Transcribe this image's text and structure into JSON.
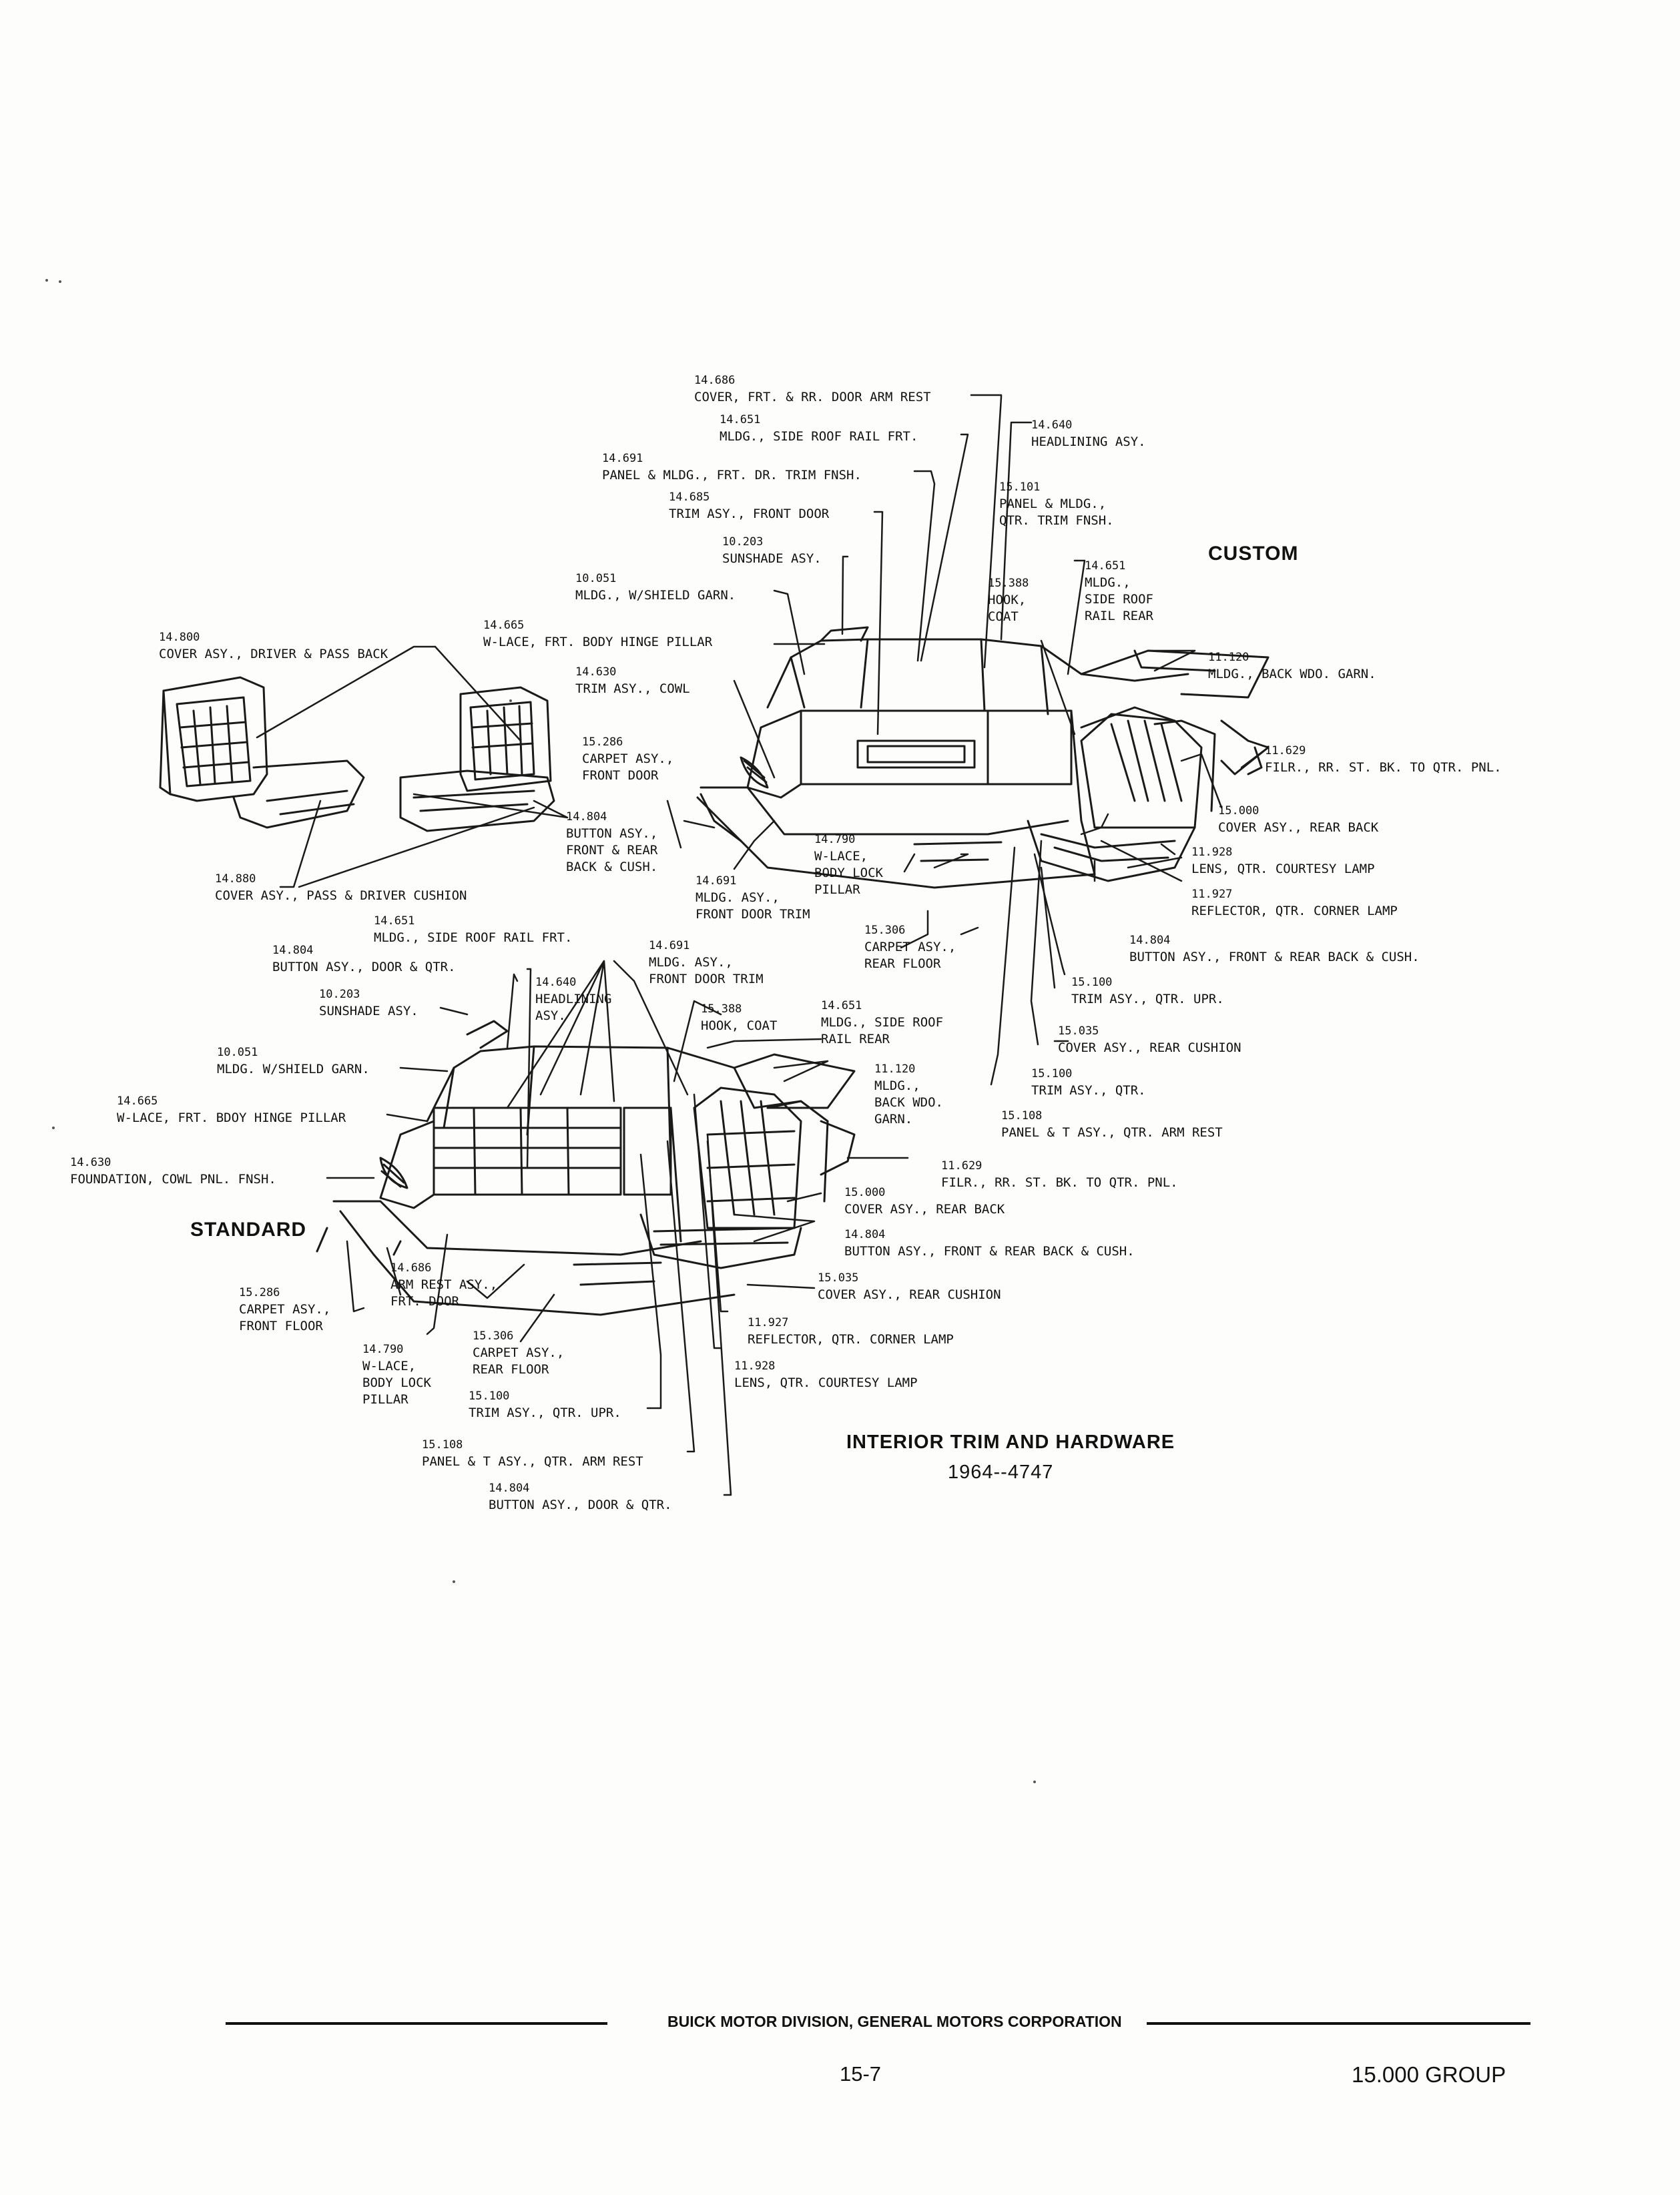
{
  "custom_label": "CUSTOM",
  "standard_label": "STANDARD",
  "diagram_title": "INTERIOR TRIM AND HARDWARE",
  "diagram_subtitle": "1964--4747",
  "footer": {
    "corporation": "BUICK MOTOR DIVISION, GENERAL MOTORS CORPORATION",
    "page_number": "15-7",
    "group": "15.000 GROUP"
  },
  "custom_callouts": [
    {
      "num": "14.686",
      "desc": "COVER, FRT. & RR. DOOR ARM REST",
      "desc2": ""
    },
    {
      "num": "14.651",
      "desc": "MLDG., SIDE ROOF RAIL FRT.",
      "desc2": ""
    },
    {
      "num": "14.640",
      "desc": "HEADLINING ASY.",
      "desc2": ""
    },
    {
      "num": "14.691",
      "desc": "PANEL & MLDG., FRT. DR. TRIM FNSH.",
      "desc2": ""
    },
    {
      "num": "14.685",
      "desc": "TRIM ASY., FRONT DOOR",
      "desc2": ""
    },
    {
      "num": "15.101",
      "desc": "PANEL & MLDG.,",
      "desc2": "QTR. TRIM FNSH."
    },
    {
      "num": "10.203",
      "desc": "SUNSHADE ASY.",
      "desc2": ""
    },
    {
      "num": "10.051",
      "desc": "MLDG., W/SHIELD GARN.",
      "desc2": ""
    },
    {
      "num": "15.388",
      "desc": "HOOK,",
      "desc2": "COAT"
    },
    {
      "num": "14.651",
      "desc": "MLDG.,",
      "desc2": "SIDE ROOF\nRAIL REAR"
    },
    {
      "num": "14.800",
      "desc": "COVER ASY., DRIVER & PASS BACK",
      "desc2": ""
    },
    {
      "num": "14.665",
      "desc": "W-LACE, FRT. BODY HINGE PILLAR",
      "desc2": ""
    },
    {
      "num": "11.120",
      "desc": "MLDG., BACK WDO. GARN.",
      "desc2": ""
    },
    {
      "num": "14.630",
      "desc": "TRIM ASY., COWL",
      "desc2": ""
    },
    {
      "num": "11.629",
      "desc": "FILR., RR. ST. BK. TO QTR. PNL.",
      "desc2": ""
    },
    {
      "num": "15.286",
      "desc": "CARPET ASY.,",
      "desc2": "FRONT DOOR"
    },
    {
      "num": "15.000",
      "desc": "COVER ASY., REAR BACK",
      "desc2": ""
    },
    {
      "num": "14.804",
      "desc": "BUTTON ASY.,",
      "desc2": "FRONT & REAR\nBACK & CUSH."
    },
    {
      "num": "14.790",
      "desc": "W-LACE,",
      "desc2": "BODY LOCK\nPILLAR"
    },
    {
      "num": "11.928",
      "desc": "LENS, QTR. COURTESY LAMP",
      "desc2": ""
    },
    {
      "num": "11.927",
      "desc": "REFLECTOR, QTR. CORNER LAMP",
      "desc2": ""
    },
    {
      "num": "14.880",
      "desc": "COVER ASY., PASS & DRIVER CUSHION",
      "desc2": ""
    },
    {
      "num": "14.691",
      "desc": "MLDG. ASY.,",
      "desc2": "FRONT DOOR TRIM"
    },
    {
      "num": "15.306",
      "desc": "CARPET ASY.,",
      "desc2": "REAR FLOOR"
    },
    {
      "num": "14.804",
      "desc": "BUTTON ASY., FRONT & REAR BACK & CUSH.",
      "desc2": ""
    },
    {
      "num": "15.100",
      "desc": "TRIM ASY., QTR. UPR.",
      "desc2": ""
    },
    {
      "num": "15.035",
      "desc": "COVER ASY., REAR CUSHION",
      "desc2": ""
    },
    {
      "num": "15.100",
      "desc": "TRIM ASY., QTR.",
      "desc2": ""
    },
    {
      "num": "15.108",
      "desc": "PANEL & T ASY., QTR. ARM REST",
      "desc2": ""
    }
  ],
  "standard_callouts": [
    {
      "num": "14.651",
      "desc": "MLDG., SIDE ROOF RAIL FRT.",
      "desc2": ""
    },
    {
      "num": "14.804",
      "desc": "BUTTON ASY., DOOR & QTR.",
      "desc2": ""
    },
    {
      "num": "14.691",
      "desc": "MLDG. ASY.,",
      "desc2": "FRONT DOOR TRIM"
    },
    {
      "num": "14.640",
      "desc": "HEADLINING",
      "desc2": "ASY."
    },
    {
      "num": "10.203",
      "desc": "SUNSHADE ASY.",
      "desc2": ""
    },
    {
      "num": "15.388",
      "desc": "HOOK, COAT",
      "desc2": ""
    },
    {
      "num": "14.651",
      "desc": "MLDG., SIDE ROOF",
      "desc2": "RAIL REAR"
    },
    {
      "num": "10.051",
      "desc": "MLDG. W/SHIELD GARN.",
      "desc2": ""
    },
    {
      "num": "11.120",
      "desc": "MLDG.,",
      "desc2": "BACK WDO.\nGARN."
    },
    {
      "num": "14.665",
      "desc": "W-LACE, FRT. BDOY HINGE PILLAR",
      "desc2": ""
    },
    {
      "num": "14.630",
      "desc": "FOUNDATION, COWL PNL. FNSH.",
      "desc2": ""
    },
    {
      "num": "11.629",
      "desc": "FILR., RR. ST. BK. TO QTR. PNL.",
      "desc2": ""
    },
    {
      "num": "15.000",
      "desc": "COVER ASY., REAR BACK",
      "desc2": ""
    },
    {
      "num": "14.804",
      "desc": "BUTTON ASY., FRONT & REAR BACK & CUSH.",
      "desc2": ""
    },
    {
      "num": "14.686",
      "desc": "ARM REST ASY.,",
      "desc2": "FRT. DOOR"
    },
    {
      "num": "15.035",
      "desc": "COVER ASY., REAR CUSHION",
      "desc2": ""
    },
    {
      "num": "15.286",
      "desc": "CARPET ASY.,",
      "desc2": "FRONT FLOOR"
    },
    {
      "num": "11.927",
      "desc": "REFLECTOR, QTR. CORNER LAMP",
      "desc2": ""
    },
    {
      "num": "15.306",
      "desc": "CARPET ASY.,",
      "desc2": "REAR FLOOR"
    },
    {
      "num": "14.790",
      "desc": "W-LACE,",
      "desc2": "BODY LOCK\nPILLAR"
    },
    {
      "num": "11.928",
      "desc": "LENS, QTR. COURTESY LAMP",
      "desc2": ""
    },
    {
      "num": "15.100",
      "desc": "TRIM ASY., QTR. UPR.",
      "desc2": ""
    },
    {
      "num": "15.108",
      "desc": "PANEL & T ASY., QTR. ARM REST",
      "desc2": ""
    },
    {
      "num": "14.804",
      "desc": "BUTTON ASY., DOOR & QTR.",
      "desc2": ""
    }
  ]
}
